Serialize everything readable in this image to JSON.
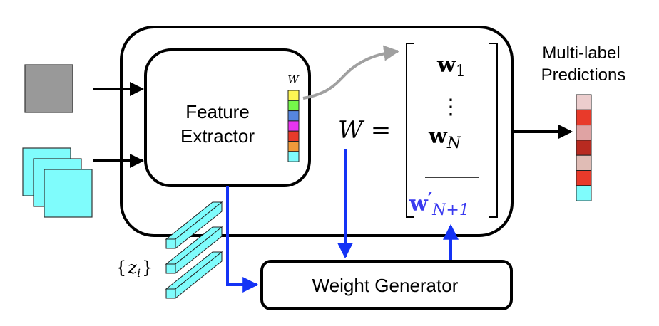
{
  "title": "Multi-label classification architecture with weight generator",
  "inputs": {
    "single_image_color": "#999999",
    "image_stack_color": "#7ffcfc",
    "image_stack_count": 3
  },
  "feature_extractor": {
    "label_line1": "Feature",
    "label_line2": "Extractor",
    "weight_label": "W",
    "weight_colors": [
      "#fdf653",
      "#75f74a",
      "#5685e0",
      "#e834f0",
      "#e83a2a",
      "#f09a3a",
      "#7ffcfc"
    ]
  },
  "matrix": {
    "lhs": "W =",
    "rows": [
      {
        "symbol": "w",
        "subscript": "1",
        "prime": false,
        "color": "#000000"
      },
      {
        "symbol": "⋮",
        "subscript": "",
        "prime": false,
        "color": "#000000"
      },
      {
        "symbol": "w",
        "subscript": "N",
        "prime": false,
        "color": "#000000"
      },
      {
        "symbol": "w",
        "subscript": "N+1",
        "prime": true,
        "color": "#3a3af0"
      }
    ]
  },
  "latents": {
    "label": "{z_i}",
    "label_open": "{",
    "label_var": "z",
    "label_sub": "i",
    "label_close": "}",
    "count": 3,
    "color": "#7ffcfc"
  },
  "weight_generator": {
    "label": "Weight Generator"
  },
  "predictions": {
    "label_line1": "Multi-label",
    "label_line2": "Predictions",
    "colors": [
      "#eccdcd",
      "#e83a2a",
      "#dfa3a3",
      "#b82a20",
      "#e0bcb5",
      "#e83a2a",
      "#7ffcfc"
    ]
  },
  "colors": {
    "flow_arrow": "#000000",
    "gray_arrow": "#a0a0a0",
    "blue_arrow": "#1433f5"
  }
}
